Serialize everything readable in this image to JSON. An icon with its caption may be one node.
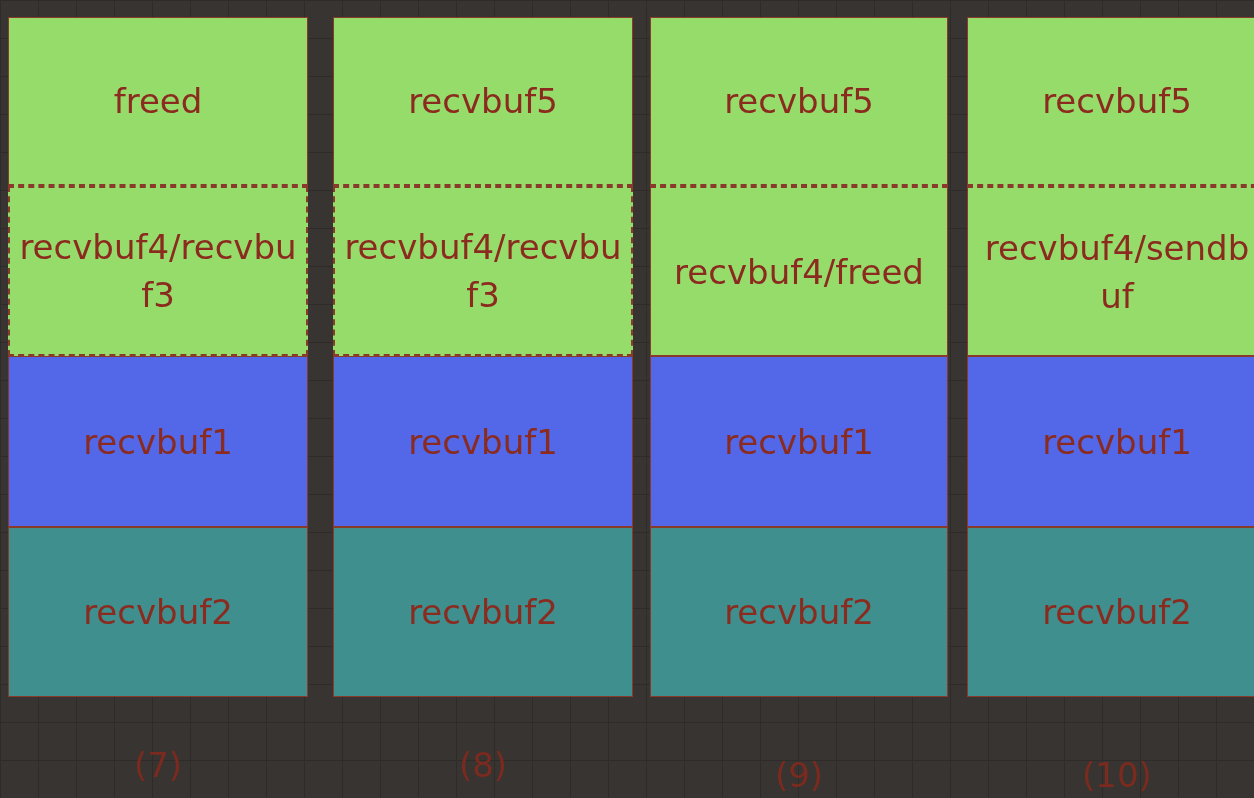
{
  "diagram": {
    "nodes": [
      {
        "text": [
          "freed"
        ]
      },
      {
        "text": [
          "recvbuf4/recvbuf3"
        ]
      },
      {
        "text": [
          "recvbuf1"
        ]
      },
      {
        "text": [
          "recvbuf2"
        ]
      },
      {
        "text": [
          "recvbuf5"
        ]
      },
      {
        "text": [
          "recvbuf4/recvbuf3"
        ]
      },
      {
        "text": [
          "recvbuf1"
        ]
      },
      {
        "text": [
          "recvbuf2"
        ]
      },
      {
        "text": [
          "recvbuf5"
        ]
      },
      {
        "text": [
          "recvbuf4/freed"
        ]
      },
      {
        "text": [
          "recvbuf1"
        ]
      },
      {
        "text": [
          "recvbuf2"
        ]
      },
      {
        "text": [
          "recvbuf5"
        ]
      },
      {
        "text": [
          "recvbuf4/sendbuf"
        ]
      },
      {
        "text": [
          "recvbuf1"
        ]
      },
      {
        "text": [
          "recvbuf2"
        ]
      }
    ],
    "labels": [
      "(7)",
      "(8)",
      "(9)",
      "(10)"
    ]
  }
}
